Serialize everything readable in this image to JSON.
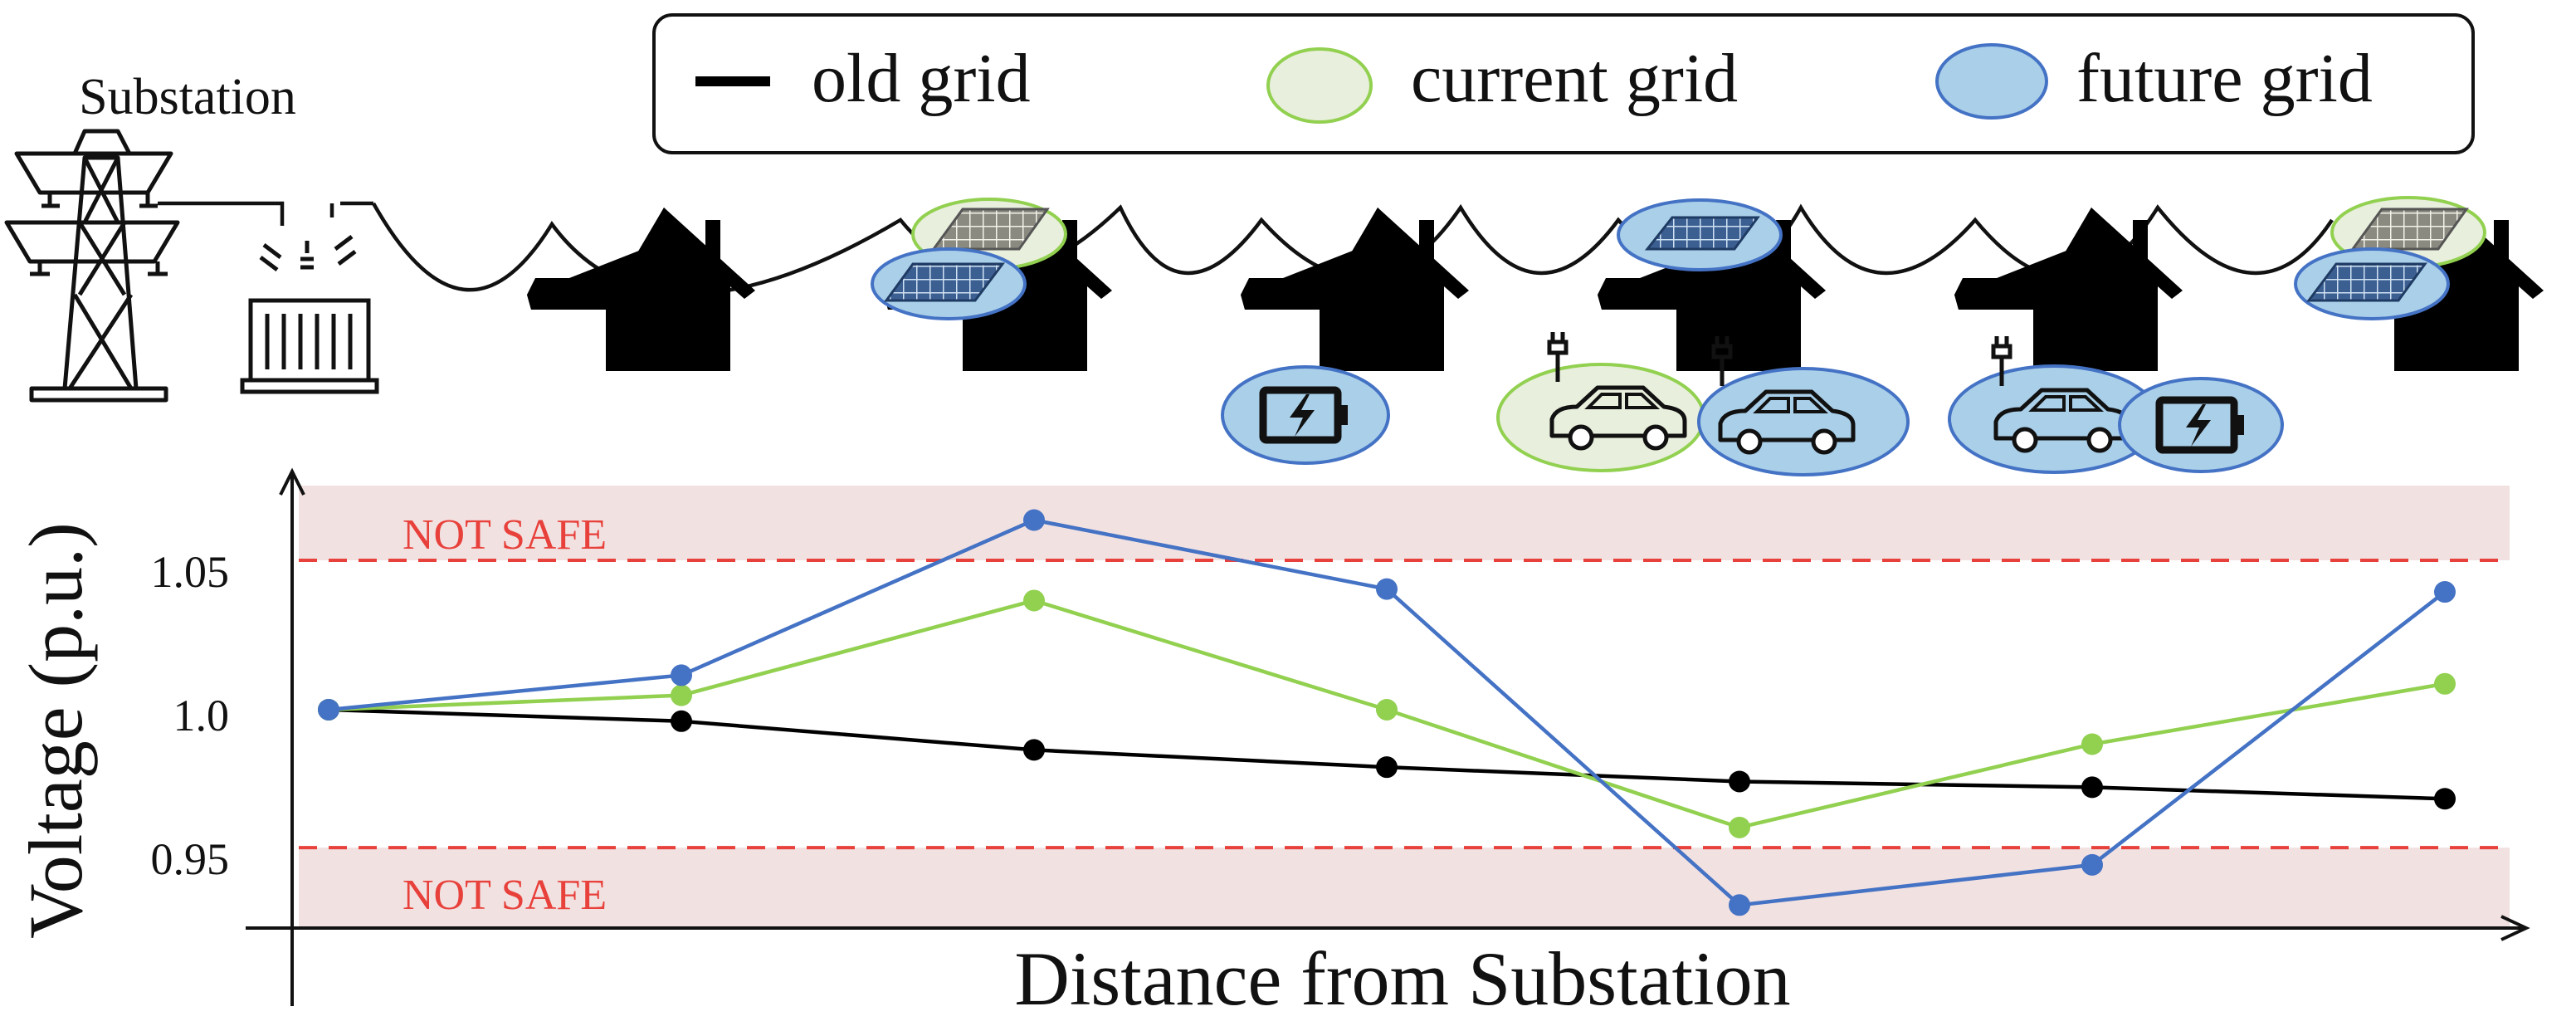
{
  "labels": {
    "substation": "Substation",
    "not_safe_upper": "NOT SAFE",
    "not_safe_lower": "NOT SAFE"
  },
  "legend": [
    {
      "name": "old grid",
      "color": "#000000",
      "style": "line"
    },
    {
      "name": "current grid",
      "color": "#92d050",
      "style": "ellipse-green"
    },
    {
      "name": "future grid",
      "color": "#4472c4",
      "style": "ellipse-blue"
    }
  ],
  "icons": [
    "transmission-tower-icon",
    "transformer-icon",
    "house-icon",
    "solar-panel-icon",
    "battery-icon",
    "electric-car-icon"
  ],
  "chart_data": {
    "type": "line",
    "xlabel": "Distance from Substation",
    "ylabel": "Voltage (p.u.)",
    "ylim": [
      0.926,
      1.08
    ],
    "yticks": [
      {
        "label": "0.95",
        "value": 0.95
      },
      {
        "label": "1.0",
        "value": 1.0
      },
      {
        "label": "1.05",
        "value": 1.05
      }
    ],
    "safe_band": [
      0.954,
      1.054
    ],
    "band_color": "#f2e1e1",
    "limit_color": "#e8403a",
    "x": [
      0,
      1,
      2,
      3,
      4,
      5,
      6
    ],
    "series": [
      {
        "name": "old grid",
        "color": "#000000",
        "values": [
          1.002,
          0.998,
          0.988,
          0.982,
          0.977,
          0.975,
          0.971
        ]
      },
      {
        "name": "current grid",
        "color": "#92d050",
        "values": [
          1.002,
          1.007,
          1.04,
          1.002,
          0.961,
          0.99,
          1.011
        ]
      },
      {
        "name": "future grid",
        "color": "#4472c4",
        "values": [
          1.002,
          1.014,
          1.068,
          1.044,
          0.934,
          0.948,
          1.043
        ]
      }
    ]
  }
}
